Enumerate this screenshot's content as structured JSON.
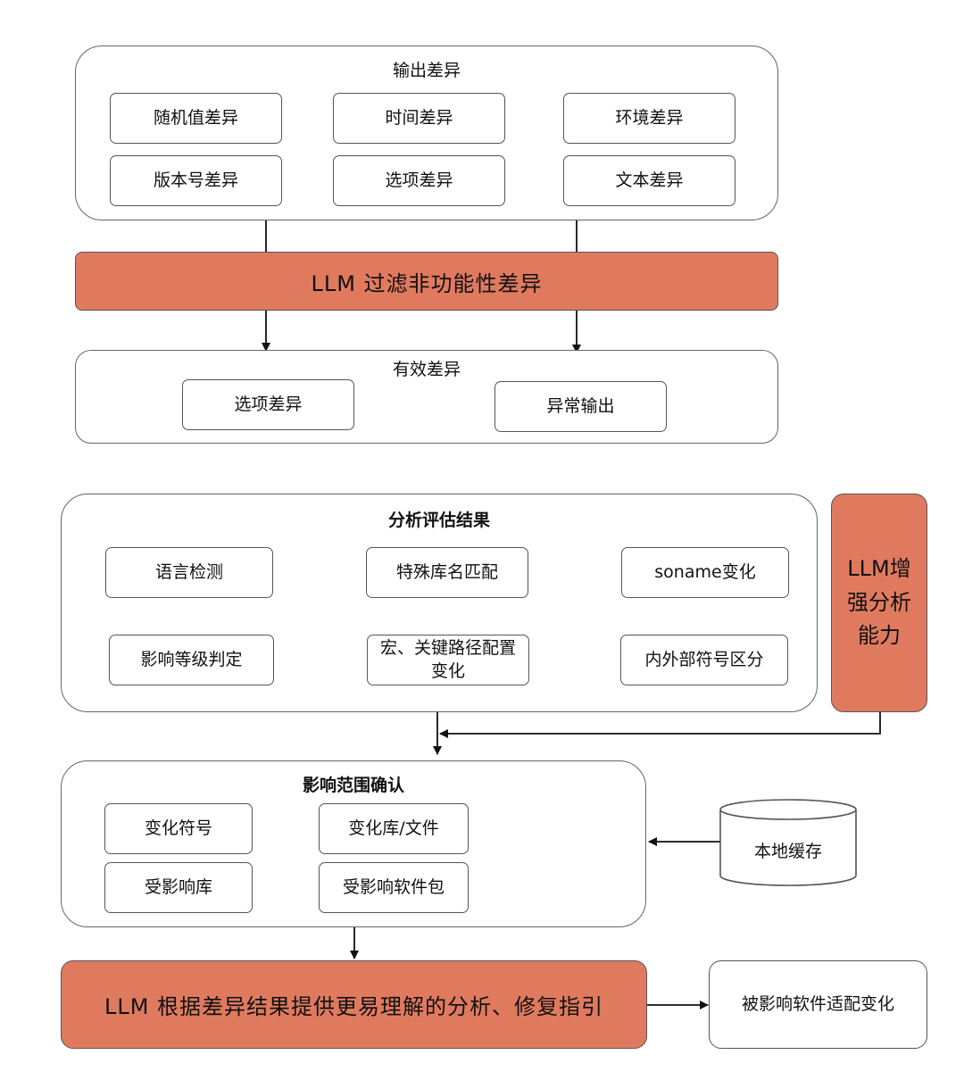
{
  "output_diff": {
    "title": "输出差异",
    "items": [
      "随机值差异",
      "时间差异",
      "环境差异",
      "版本号差异",
      "选项差异",
      "文本差异"
    ]
  },
  "llm_filter": "LLM 过滤非功能性差异",
  "valid_diff": {
    "title": "有效差异",
    "items": [
      "选项差异",
      "异常输出"
    ]
  },
  "analysis": {
    "title": "分析评估结果",
    "steps": [
      "语言检测",
      "特殊库名匹配",
      "soname变化",
      "内外部符号区分",
      "宏、关键路径配置变化",
      "影响等级判定"
    ]
  },
  "llm_enhance": "LLM增强分析能力",
  "impact": {
    "title": "影响范围确认",
    "steps": [
      "变化符号",
      "变化库/文件",
      "受影响软件包",
      "受影响库"
    ],
    "cache": "本地缓存"
  },
  "llm_guidance": "LLM 根据差异结果提供更易理解的分析、修复指引",
  "adaptation": "被影响软件适配变化",
  "colors": {
    "llm_fill": "#e07a5f",
    "border": "#555555"
  }
}
